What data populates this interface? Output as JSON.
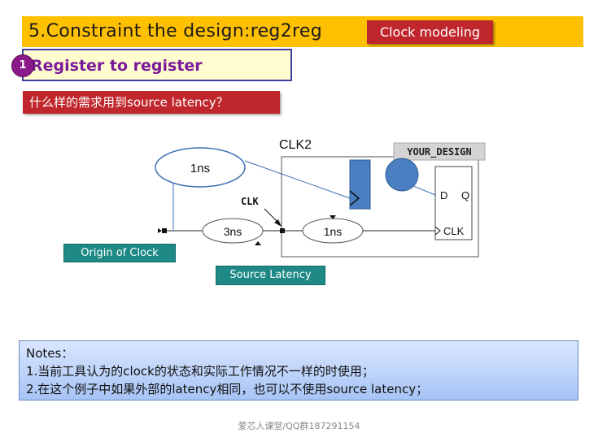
{
  "header": {
    "title": "5.Constraint the design:reg2reg",
    "tag": "Clock modeling"
  },
  "section": {
    "badge": "1",
    "title": "Register to register"
  },
  "question": "什么样的需求用到source latency？",
  "diagram": {
    "ellipse_top_label": "1ns",
    "clk2_label": "CLK2",
    "design_label": "YOUR_DESIGN",
    "clk_arrow_label": "CLK",
    "ellipse_source_label": "3ns",
    "ellipse_network_label": "1ns",
    "reg_d": "D",
    "reg_q": "Q",
    "reg_clk": "CLK",
    "origin_label": "Origin of Clock",
    "source_latency_label": "Source Latency"
  },
  "notes": {
    "title": "Notes：",
    "line1": "1.当前工具认为的clock的状态和实际工作情况不一样的时使用；",
    "line2": "2.在这个例子中如果外部的latency相同，也可以不使用source latency；"
  },
  "footer": "爱芯人课堂/QQ群187291154",
  "colors": {
    "title_bg": "#ffc000",
    "tag_bg": "#c0272d",
    "teal": "#1f8a85",
    "blue_reg": "#4a7fc1"
  }
}
